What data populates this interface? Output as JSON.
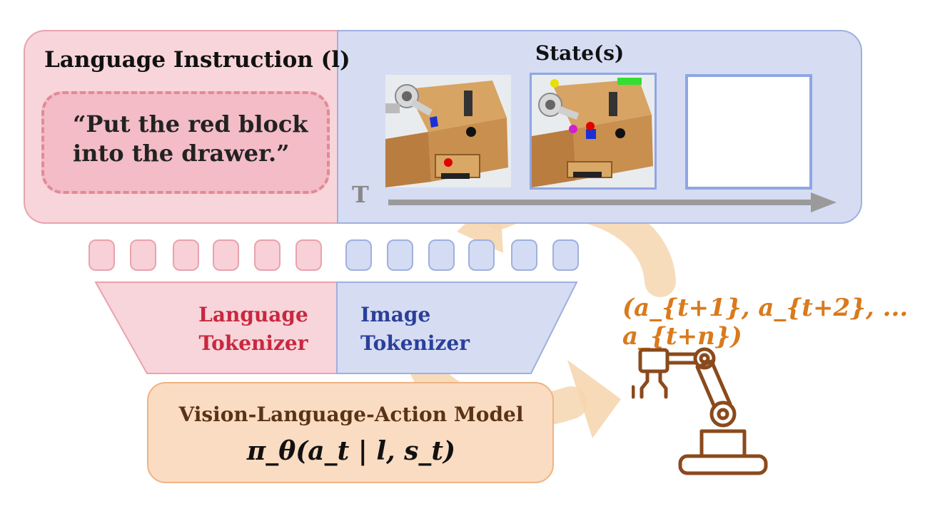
{
  "language_panel": {
    "title": "Language Instruction (l)",
    "instruction_line1": "“Put the red block",
    "instruction_line2": "into the drawer.”"
  },
  "state_panel": {
    "title": "State(s)",
    "time_axis_label": "T"
  },
  "tokenizers": {
    "language_line1": "Language",
    "language_line2": "Tokenizer",
    "image_line1": "Image",
    "image_line2": "Tokenizer"
  },
  "model": {
    "title": "Vision-Language-Action Model",
    "formula": "π_θ(a_t | l, s_t)"
  },
  "actions": {
    "sequence": "(a_{t+1}, a_{t+2}, ... a_{t+n})"
  },
  "colors": {
    "language_fill": "#f8d5da",
    "image_fill": "#d6dcf2",
    "model_fill": "#fadcc2",
    "action_text": "#d97a1c",
    "robot_icon": "#8b4a1c"
  }
}
